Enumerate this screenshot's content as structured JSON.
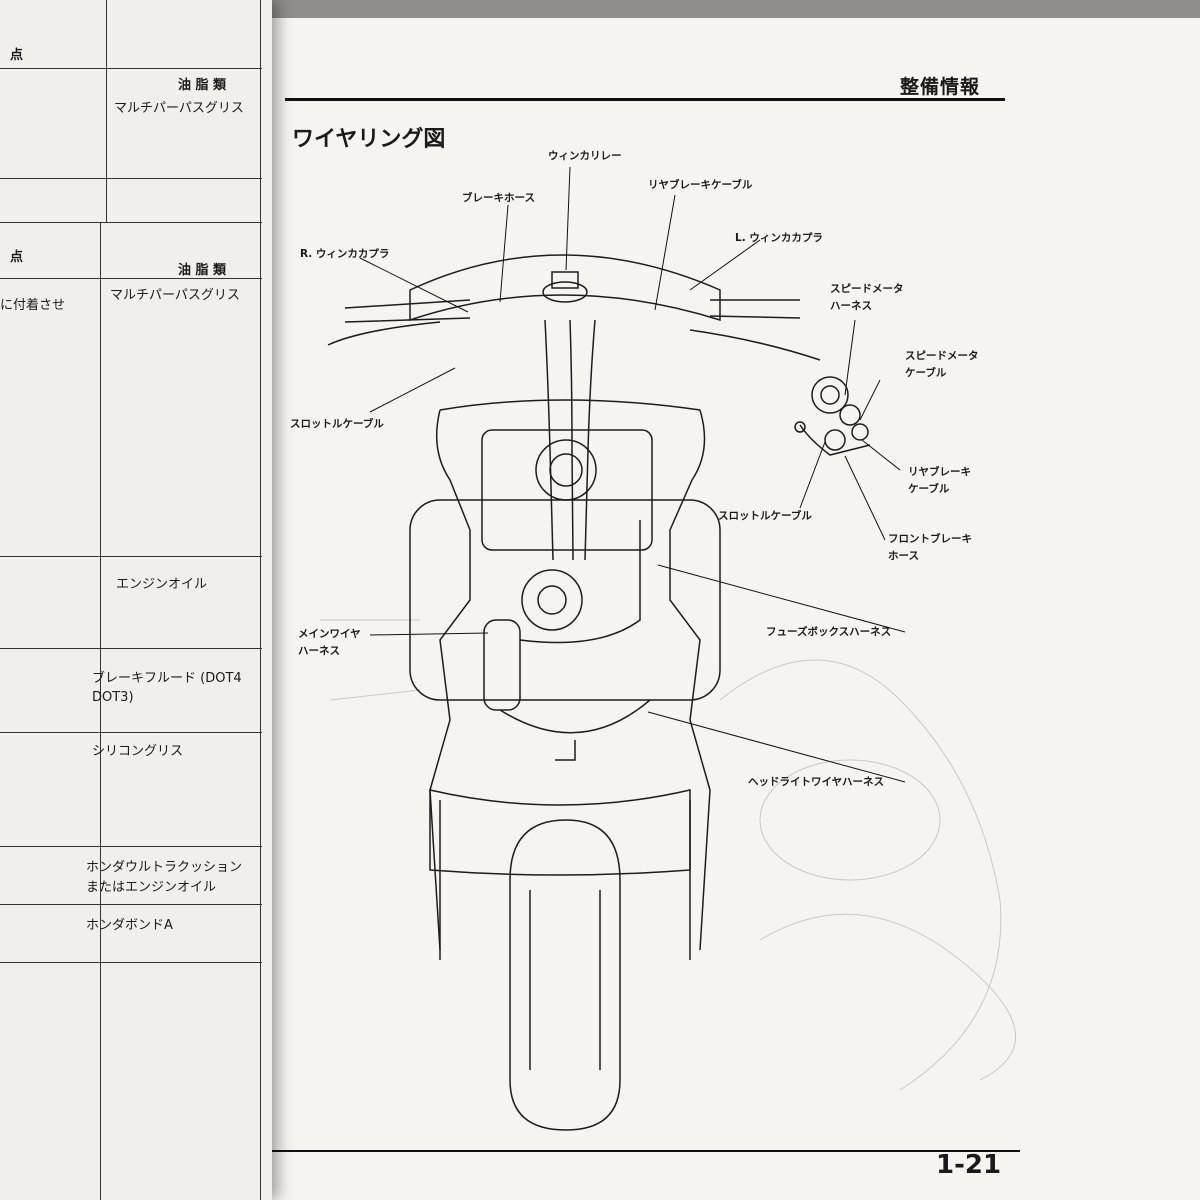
{
  "left_page": {
    "header1_char": "点",
    "header1_col": "油 脂 類",
    "row1_text": "マルチパーパスグリス",
    "header2_char": "点",
    "header2_col": "油 脂 類",
    "row2_left": "に付着させ",
    "row2_text": "マルチパーパスグリス",
    "row3_text": "エンジンオイル",
    "row4_line1": "ブレーキフルード (DOT4",
    "row4_line2": "DOT3)",
    "row5_text": "シリコングリス",
    "row6_line1": "ホンダウルトラクッション",
    "row6_line2": "またはエンジンオイル",
    "row7_text": "ホンダボンドA"
  },
  "section_title": "整備情報",
  "page_title": "ワイヤリング図",
  "labels": {
    "winker_relay": "ウィンカリレー",
    "brake_hose": "ブレーキホース",
    "rear_brake_cable": "リヤブレーキケーブル",
    "r_winker_coupler": "R. ウィンカカプラ",
    "l_winker_coupler": "L. ウィンカカプラ",
    "speedometer_harness_1": "スピードメータ",
    "speedometer_harness_2": "ハーネス",
    "speedometer_cable_1": "スピードメータ",
    "speedometer_cable_2": "ケーブル",
    "throttle_cable_left": "スロットルケーブル",
    "rear_brake_cable_right_1": "リヤブレーキ",
    "rear_brake_cable_right_2": "ケーブル",
    "throttle_cable_right": "スロットルケーブル",
    "front_brake_hose_1": "フロントブレーキ",
    "front_brake_hose_2": "ホース",
    "fuse_box_harness": "フューズボックスハーネス",
    "main_wire_harness_1": "メインワイヤ",
    "main_wire_harness_2": "ハーネス",
    "headlight_wire_harness": "ヘッドライトワイヤハーネス"
  },
  "page_number": "1-21"
}
